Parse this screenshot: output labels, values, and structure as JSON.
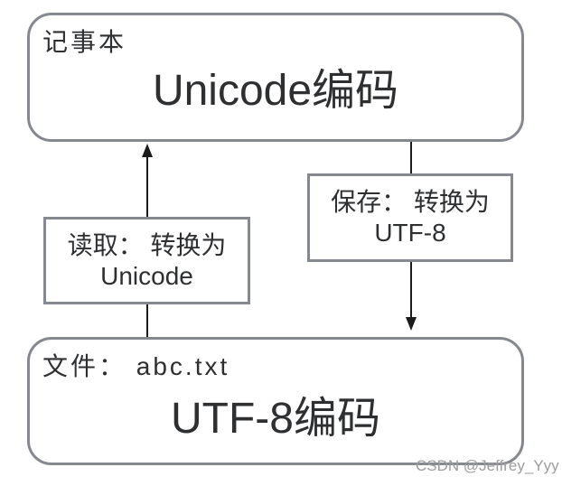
{
  "diagram": {
    "nodes": {
      "notepad": {
        "label": "记事本",
        "title": "Unicode编码"
      },
      "file": {
        "label": "文件： abc.txt",
        "title": "UTF-8编码"
      }
    },
    "edges": {
      "read": {
        "line1": "读取： 转换为",
        "line2": "Unicode",
        "direction": "up"
      },
      "save": {
        "line1": "保存： 转换为",
        "line2": "UTF-8",
        "direction": "down"
      }
    }
  },
  "watermark": {
    "text": "CSDN @Jeffrey_Yyy"
  },
  "colors": {
    "background": "#ffffff",
    "box_border": "#85898f",
    "arrow_line": "#1b1b1b",
    "text": "#2e2f31",
    "watermark": "#9d9d9d"
  }
}
